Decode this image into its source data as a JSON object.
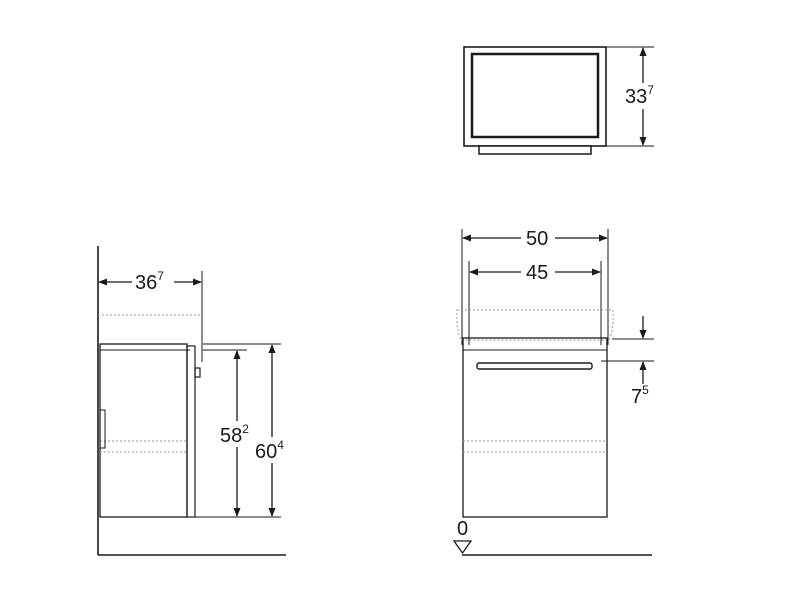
{
  "diagram": {
    "views": {
      "top": {
        "dims": {
          "depth": {
            "main": "33",
            "sup": "7"
          }
        }
      },
      "side": {
        "dims": {
          "depth": {
            "main": "36",
            "sup": "7"
          },
          "body_height": {
            "main": "58",
            "sup": "2"
          },
          "total_height": {
            "main": "60",
            "sup": "4"
          }
        }
      },
      "front": {
        "dims": {
          "outer_width": {
            "main": "50"
          },
          "inner_width": {
            "main": "45"
          },
          "basin_offset": {
            "main": "7",
            "sup": "5"
          },
          "floor_reference": "0"
        }
      }
    },
    "colors": {
      "line": "#1a1a1a",
      "hidden": "#9a9a9a"
    }
  }
}
